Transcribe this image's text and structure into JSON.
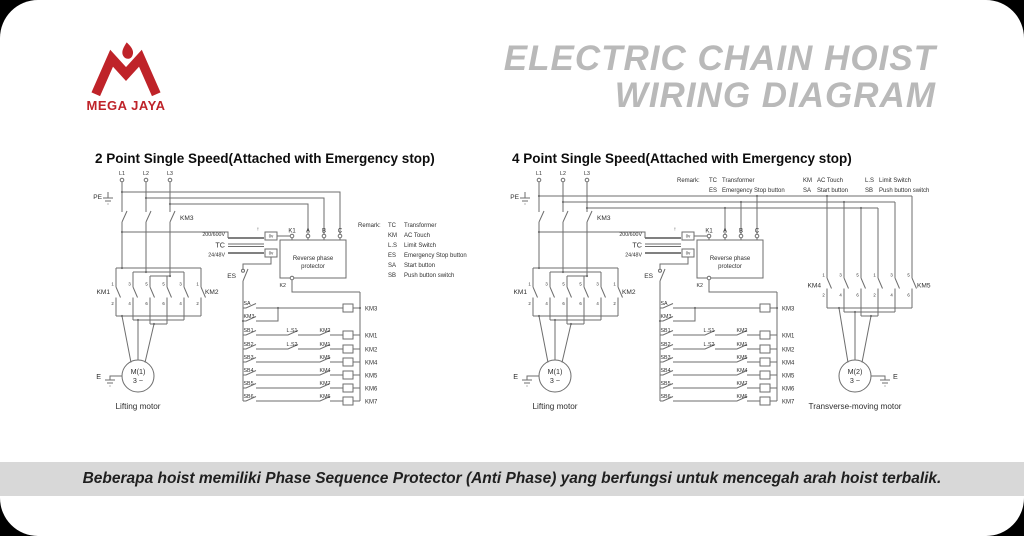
{
  "window": {
    "outside_bg": "#000000",
    "card_bg": "#ffffff"
  },
  "logo": {
    "brand": "MEGA JAYA",
    "color": "#bf2329"
  },
  "header": {
    "title_line1": "ELECTRIC CHAIN HOIST",
    "title_line2": "WIRING DIAGRAM",
    "color": "#b9b9b9"
  },
  "footer": {
    "note": "Beberapa hoist memiliki Phase Sequence Protector (Anti Phase) yang berfungsi untuk mencegah arah hoist terbalik.",
    "bg": "#d8d8d8"
  },
  "diagrams": {
    "left": {
      "title": "2 Point Single Speed(Attached with Emergency stop)"
    },
    "right": {
      "title": "4 Point Single Speed(Attached with Emergency stop)"
    }
  },
  "remark": {
    "label": "Remark:",
    "items": [
      {
        "abbr": "TC",
        "desc": "Transformer"
      },
      {
        "abbr": "KM",
        "desc": "AC Touch"
      },
      {
        "abbr": "L.S",
        "desc": "Limit Switch"
      },
      {
        "abbr": "ES",
        "desc": "Emergency Stop button"
      },
      {
        "abbr": "SA",
        "desc": "Start button"
      },
      {
        "abbr": "SB",
        "desc": "Push button switch"
      }
    ]
  },
  "labels": {
    "phases": [
      "L1",
      "L2",
      "L3"
    ],
    "pe": "PE",
    "earth": "E",
    "km1": "KM1",
    "km2": "KM2",
    "km3": "KM3",
    "km4": "KM4",
    "km5": "KM5",
    "es": "ES",
    "k2": "K2",
    "tc": {
      "primary": "200/600V",
      "name": "TC",
      "secondary": "24/48V",
      "zero": "0v",
      "arrow": "↑"
    },
    "rpp": {
      "k1": "K1",
      "a": "A",
      "b": "B",
      "c": "C",
      "line1": "Reverse phase",
      "line2": "protector"
    },
    "cn_top": [
      "1",
      "3",
      "5",
      "5",
      "3",
      "1"
    ],
    "cn_bot": [
      "2",
      "4",
      "6",
      "6",
      "4",
      "2"
    ],
    "cn45_top": [
      "1",
      "3",
      "5",
      "1",
      "3",
      "5"
    ],
    "cn45_bot": [
      "2",
      "4",
      "6",
      "2",
      "4",
      "6"
    ]
  },
  "ladder": {
    "start": {
      "button": "SA",
      "holding": "KM3",
      "coil": "KM3"
    },
    "rows": [
      {
        "button": "SB1",
        "ls": "L.S1",
        "interlock": "KM2",
        "coil": "KM1"
      },
      {
        "button": "SB2",
        "ls": "L.S2",
        "interlock": "KM1",
        "coil": "KM2"
      },
      {
        "button": "SB3",
        "interlock": "KM5",
        "coil": "KM4"
      },
      {
        "button": "SB4",
        "interlock": "KM4",
        "coil": "KM5"
      },
      {
        "button": "SB5",
        "interlock": "KM7",
        "coil": "KM6"
      },
      {
        "button": "SB6",
        "interlock": "KM6",
        "coil": "KM7"
      }
    ]
  },
  "motors": {
    "m1": {
      "name": "M(1)",
      "phase": "3 ~",
      "caption": "Lifting motor"
    },
    "m2": {
      "name": "M(2)",
      "phase": "3 ~",
      "caption": "Transverse-moving motor"
    }
  }
}
